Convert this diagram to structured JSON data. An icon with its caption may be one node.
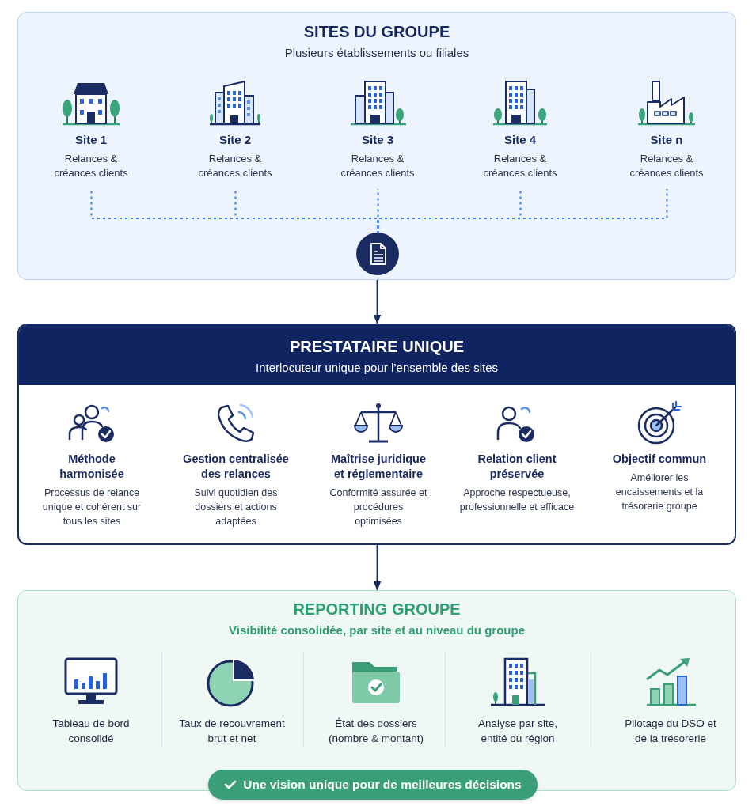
{
  "diagram": {
    "nodes": [
      {
        "text": [
          "SITES DU GROUPE",
          "Plusieurs établissements ou filiales"
        ]
      },
      {
        "text": [
          "Site 1",
          "Relances & créances clients"
        ],
        "in": 0
      },
      {
        "text": [
          "Site 2",
          "Relances & créances clients"
        ],
        "in": 0
      },
      {
        "text": [
          "Site 3",
          "Relances & créances clients"
        ],
        "in": 0
      },
      {
        "text": [
          "Site 4",
          "Relances & créances clients"
        ],
        "in": 0
      },
      {
        "text": [
          "Site n",
          "Relances & créances clients"
        ],
        "in": 0
      },
      {
        "text": [],
        "shape": "circle",
        "in": 0
      },
      {
        "text": [
          "PRESTATAIRE UNIQUE",
          "Interlocuteur unique pour l’ensemble des sites"
        ]
      },
      {
        "text": [
          "Méthode harmonisée",
          "Processus de relance unique et cohérent sur tous les sites"
        ],
        "in": 7
      },
      {
        "text": [
          "Gestion centralisée des relances",
          "Suivi quotidien des dossiers et actions adaptées"
        ],
        "in": 7
      },
      {
        "text": [
          "Maîtrise juridique et réglementaire",
          "Conformité assurée et procédures optimisées"
        ],
        "in": 7
      },
      {
        "text": [
          "Relation client préservée",
          "Approche respectueuse, professionnelle et efficace"
        ],
        "in": 7
      },
      {
        "text": [
          "Objectif commun",
          "Améliorer les encaissements et la trésorerie groupe"
        ],
        "in": 7
      },
      {
        "text": [
          "REPORTING GROUPE",
          "Visibilité consolidée, par site et au niveau du groupe"
        ]
      },
      {
        "text": [
          "Tableau de bord consolidé"
        ],
        "in": 13
      },
      {
        "text": [
          "Taux de recouvrement brut et net"
        ],
        "in": 13
      },
      {
        "text": [
          "État des dossiers (nombre & montant)"
        ],
        "in": 13
      },
      {
        "text": [
          "Analyse par site, entité ou région"
        ],
        "in": 13
      },
      {
        "text": [
          "Pilotage du DSO et de la trésorerie"
        ],
        "in": 13
      },
      {
        "text": [
          "Une vision unique pour de meilleures décisions"
        ]
      }
    ],
    "edges": [
      {
        "from": 1,
        "to": 6,
        "arrow": "none",
        "style": "dashed"
      },
      {
        "from": 2,
        "to": 6,
        "arrow": "none",
        "style": "dashed"
      },
      {
        "from": 3,
        "to": 6,
        "arrow": "none",
        "style": "dashed"
      },
      {
        "from": 4,
        "to": 6,
        "arrow": "none",
        "style": "dashed"
      },
      {
        "from": 5,
        "to": 6,
        "arrow": "none",
        "style": "dashed"
      },
      {
        "from": 0,
        "to": 7,
        "arrow": "to",
        "color": "#1b2c63"
      },
      {
        "from": 7,
        "to": 13,
        "arrow": "to",
        "color": "#1b2c63"
      }
    ]
  }
}
